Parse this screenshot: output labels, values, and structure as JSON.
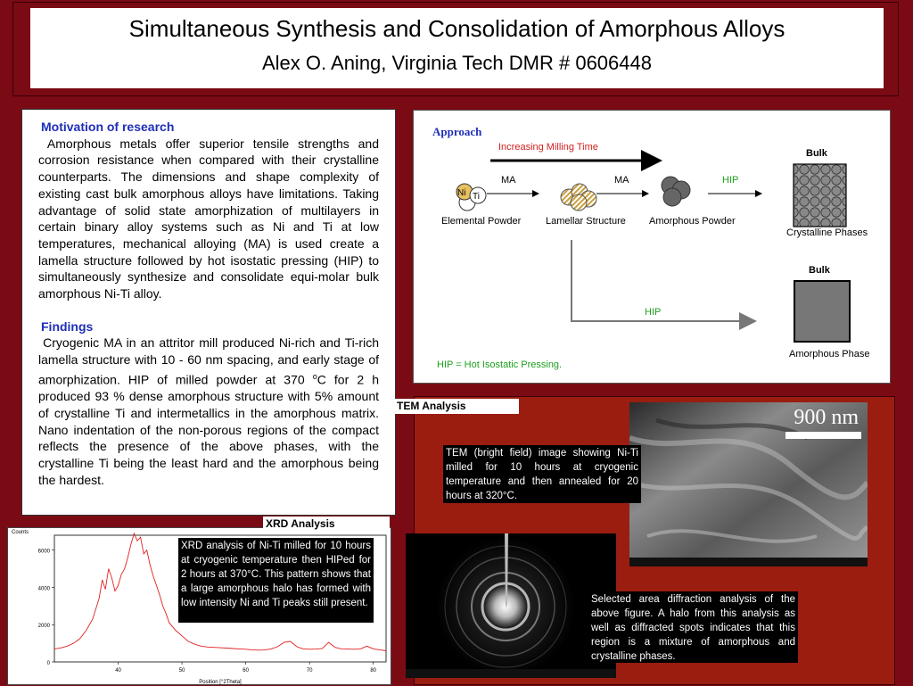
{
  "header": {
    "title": "Simultaneous  Synthesis and Consolidation of Amorphous Alloys",
    "subtitle": "Alex O. Aning, Virginia Tech DMR # 0606448"
  },
  "motivation": {
    "heading": "Motivation of research",
    "text": "Amorphous metals offer superior tensile strengths and corrosion resistance when compared with their crystalline counterparts. The dimensions and shape complexity of existing cast bulk amorphous alloys have limitations. Taking advantage of solid state amorphization of multilayers in certain binary alloy systems such as Ni and Ti at low temperatures, mechanical alloying (MA) is used create a lamella structure followed by hot isostatic pressing (HIP) to simultaneously synthesize and consolidate equi-molar bulk amorphous Ni-Ti alloy."
  },
  "findings": {
    "heading": "Findings",
    "text_a": "Cryogenic MA in an attritor mill produced Ni-rich and Ti-rich lamella structure with 10 - 60 nm spacing, and early stage of amorphization. HIP of milled powder at 370 ",
    "text_sup": "o",
    "text_b": "C for 2 h produced 93 % dense amorphous structure with 5% amount of crystalline Ti and intermetallics in the amorphous matrix.   Nano indentation of the non-porous regions of the compact reflects the presence of the above phases, with the crystalline Ti being the least hard and the amorphous being the hardest."
  },
  "approach": {
    "title": "Approach",
    "milling_label": "Increasing Milling Time",
    "ma_1": "MA",
    "ma_2": "MA",
    "hip_top": "HIP",
    "hip_bottom": "HIP",
    "ni": "Ni",
    "ti": "Ti",
    "elemental": "Elemental Powder",
    "lamellar": "Lamellar Structure",
    "amorphous_powder": "Amorphous Powder",
    "bulk_top": "Bulk",
    "crystalline": "Crystalline Phases",
    "bulk_bottom": "Bulk",
    "amorphous_phase": "Amorphous Phase",
    "footnote": "HIP = Hot Isostatic Pressing.",
    "colors": {
      "red": "#d42020",
      "green": "#1fa01f",
      "blue": "#1f2fb8"
    }
  },
  "tem": {
    "label": "TEM Analysis",
    "scale": "900 nm",
    "caption": "TEM (bright field) image showing Ni-Ti milled for 10 hours at cryogenic temperature and then annealed for 20 hours at 320°C.",
    "saed_caption": "Selected area diffraction analysis of the above figure. A halo from this analysis as well as diffracted spots indicates that this region is a mixture of amorphous and crystalline phases."
  },
  "xrd": {
    "label": "XRD Analysis",
    "caption": "XRD analysis of Ni-Ti milled for 10 hours at cryogenic temperature then HIPed for 2 hours at 370°C. This pattern shows that a large amorphous halo has formed with low intensity Ni and Ti peaks still present.",
    "chart_data": {
      "type": "line",
      "ylabel": "Counts",
      "xlabel": "Position [°2Theta]",
      "xlim": [
        30,
        82
      ],
      "ylim": [
        0,
        6800
      ],
      "yticks": [
        0,
        2000,
        4000,
        6000
      ],
      "xticks": [
        40,
        50,
        60,
        70,
        80
      ],
      "series": [
        {
          "color": "#e02020",
          "x": [
            30,
            31,
            32,
            33,
            34,
            35,
            36,
            37,
            37.5,
            38,
            38.5,
            39,
            39.5,
            40,
            40.5,
            41,
            41.5,
            42,
            42.5,
            43,
            43.5,
            44,
            44.5,
            45,
            45.5,
            46,
            46.5,
            47,
            47.5,
            48,
            48.5,
            49,
            50,
            51,
            52,
            53,
            54,
            55,
            56,
            57,
            58,
            59,
            60,
            61,
            62,
            63,
            64,
            65,
            66,
            67,
            68,
            69,
            70,
            71,
            72,
            73,
            74,
            75,
            76,
            77,
            78,
            79,
            80,
            81,
            82
          ],
          "y": [
            700,
            750,
            850,
            1000,
            1250,
            1700,
            2300,
            3400,
            4400,
            3900,
            5000,
            4500,
            3800,
            4100,
            4700,
            5000,
            5600,
            6300,
            6900,
            6500,
            6700,
            5800,
            6000,
            5200,
            4600,
            4100,
            3600,
            3000,
            2600,
            2100,
            1900,
            1700,
            1400,
            1100,
            950,
            850,
            800,
            780,
            760,
            740,
            720,
            700,
            680,
            650,
            630,
            640,
            700,
            820,
            1050,
            1100,
            820,
            700,
            680,
            690,
            720,
            1050,
            780,
            700,
            690,
            680,
            700,
            850,
            700,
            650,
            600
          ]
        }
      ]
    }
  }
}
